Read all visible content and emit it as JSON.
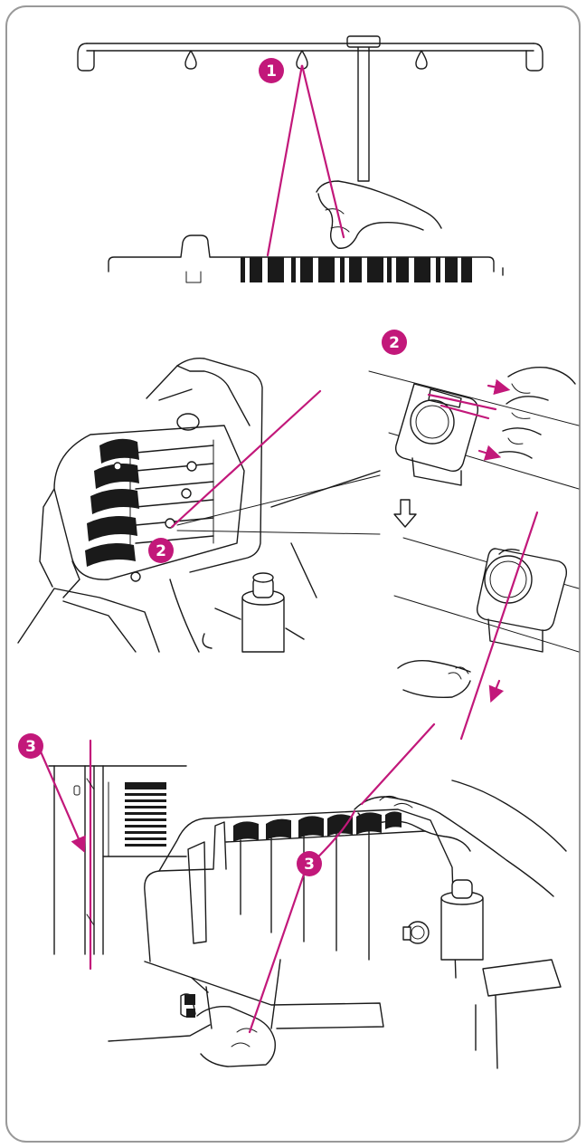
{
  "colors": {
    "accent": "#c2187a",
    "line": "#1a1a1a",
    "frame": "#999999",
    "background": "#ffffff"
  },
  "steps": [
    {
      "label": "1"
    },
    {
      "label": "2"
    },
    {
      "label": "3"
    }
  ]
}
